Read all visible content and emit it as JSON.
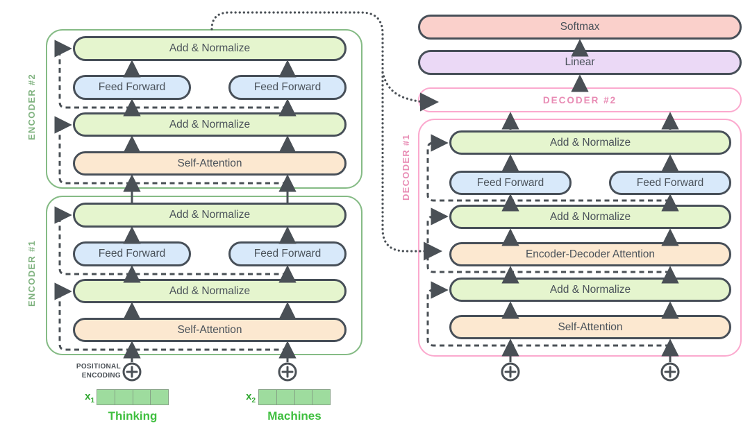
{
  "colors": {
    "pill_border": "#474F58",
    "pill_text": "#4A525A",
    "add_normalize_fill": "#E5F5CE",
    "feed_forward_fill": "#D8E9FA",
    "attention_fill": "#FCE8D0",
    "softmax_fill": "#FAD0CB",
    "linear_fill": "#EBD9F6",
    "encoder_border": "#85BB85",
    "encoder_label": "#7FB27F",
    "decoder_border": "#FBA9CE",
    "decoder_label": "#E88BB4",
    "connector": "#4A5056",
    "embedding_fill": "#9EDC9E",
    "word_green": "#3FBF3F"
  },
  "encoder2": {
    "label": "ENCODER #2",
    "add_normalize_top": "Add & Normalize",
    "feed_forward_left": "Feed Forward",
    "feed_forward_right": "Feed Forward",
    "add_normalize_mid": "Add & Normalize",
    "self_attention": "Self-Attention"
  },
  "encoder1": {
    "label": "ENCODER #1",
    "add_normalize_top": "Add & Normalize",
    "feed_forward_left": "Feed Forward",
    "feed_forward_right": "Feed Forward",
    "add_normalize_mid": "Add & Normalize",
    "self_attention": "Self-Attention"
  },
  "output_stack": {
    "softmax": "Softmax",
    "linear": "Linear",
    "decoder2_label": "DECODER #2"
  },
  "decoder1": {
    "label": "DECODER #1",
    "add_normalize_top": "Add & Normalize",
    "feed_forward_left": "Feed Forward",
    "feed_forward_right": "Feed Forward",
    "add_normalize_mid": "Add & Normalize",
    "encoder_decoder_attention": "Encoder-Decoder Attention",
    "add_normalize_bottom": "Add & Normalize",
    "self_attention": "Self-Attention"
  },
  "inputs": {
    "positional_encoding_line1": "POSITIONAL",
    "positional_encoding_line2": "ENCODING",
    "x1_var": "x",
    "x1_sub": "1",
    "x1_word": "Thinking",
    "x2_var": "x",
    "x2_sub": "2",
    "x2_word": "Machines"
  }
}
